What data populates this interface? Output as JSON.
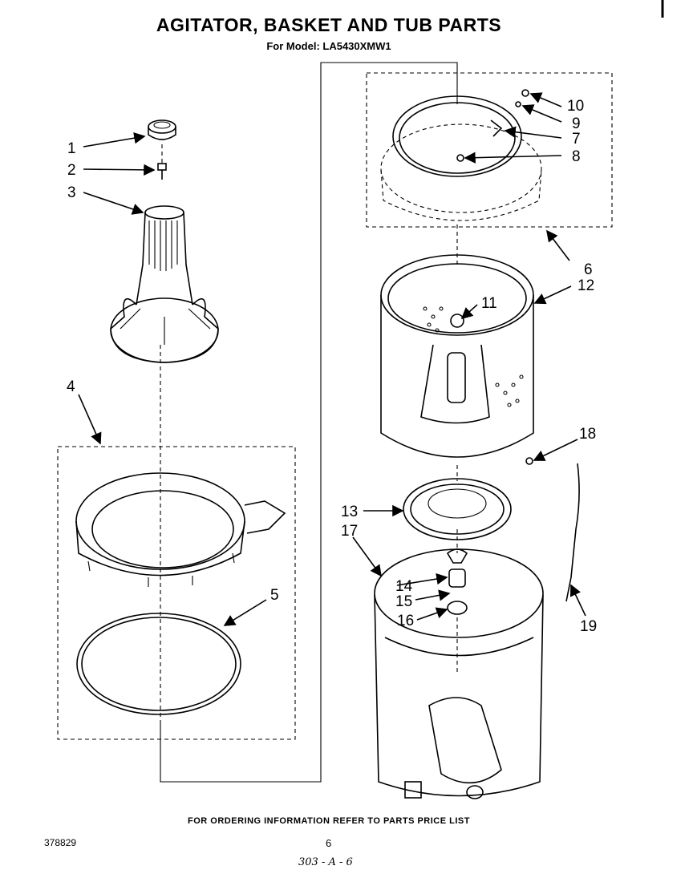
{
  "header": {
    "title": "AGITATOR, BASKET AND TUB PARTS",
    "subtitle": "For Model: LA5430XMW1"
  },
  "footer": {
    "note": "FOR ORDERING INFORMATION REFER TO PARTS PRICE LIST",
    "doc_number": "378829",
    "page_number": "6",
    "handwritten_ref": "303 - A - 6"
  },
  "callouts": {
    "c1": "1",
    "c2": "2",
    "c3": "3",
    "c4": "4",
    "c5": "5",
    "c6": "6",
    "c7": "7",
    "c8": "8",
    "c9": "9",
    "c10": "10",
    "c11": "11",
    "c12": "12",
    "c13": "13",
    "c14": "14",
    "c15": "15",
    "c16": "16",
    "c17": "17",
    "c18": "18",
    "c19": "19"
  }
}
